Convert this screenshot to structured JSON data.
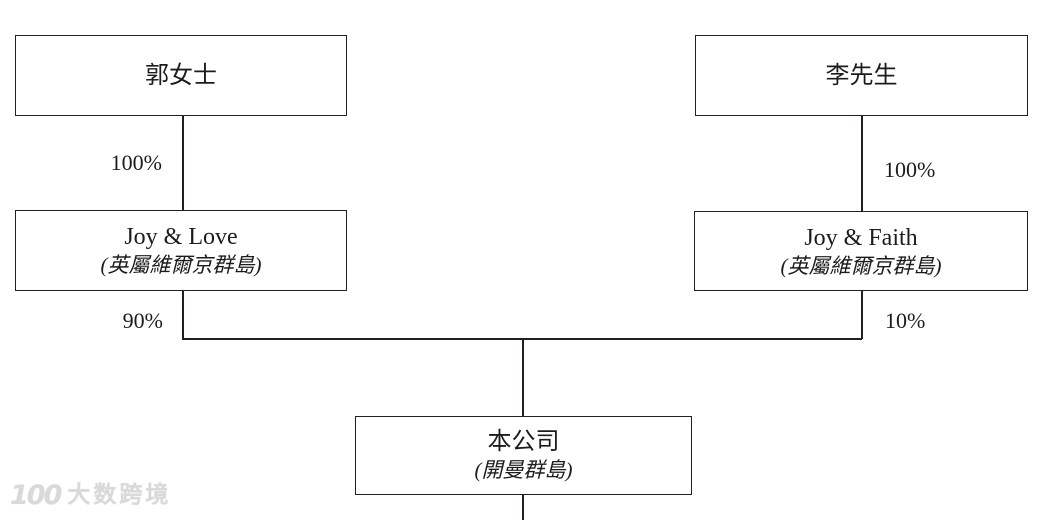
{
  "diagram": {
    "type": "shareholding-structure",
    "colors": {
      "background": "#ffffff",
      "line": "#231f20",
      "text": "#1c1c1c",
      "watermark": "#d9d9d9"
    },
    "nodes": {
      "guo": {
        "label": "郭女士"
      },
      "li": {
        "label": "李先生"
      },
      "joy_love": {
        "name": "Joy & Love",
        "jurisdiction": "(英屬維爾京群島)"
      },
      "joy_faith": {
        "name": "Joy & Faith",
        "jurisdiction": "(英屬維爾京群島)"
      },
      "company": {
        "name": "本公司",
        "jurisdiction": "(開曼群島)"
      }
    },
    "ownership": {
      "guo_to_joy_love": "100%",
      "li_to_joy_faith": "100%",
      "joy_love_to_company": "90%",
      "joy_faith_to_company": "10%"
    }
  },
  "watermark": {
    "logo": "100",
    "brand": "大数跨境"
  }
}
